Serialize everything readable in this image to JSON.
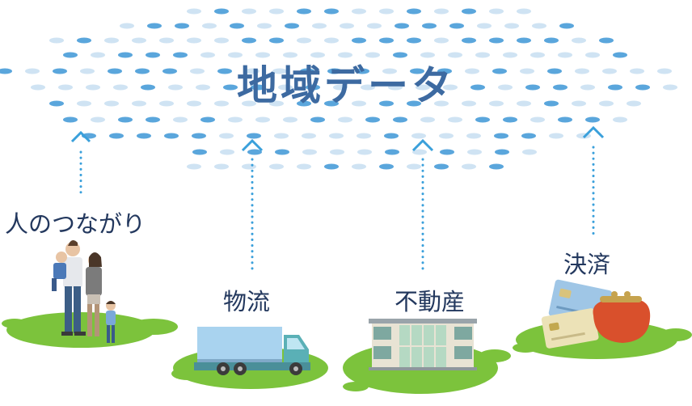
{
  "title": "地域データ",
  "categories": [
    {
      "id": "connections",
      "label": "人のつながり",
      "icon": "family-icon"
    },
    {
      "id": "logistics",
      "label": "物流",
      "icon": "truck-icon"
    },
    {
      "id": "real_estate",
      "label": "不動産",
      "icon": "building-icon"
    },
    {
      "id": "payment",
      "label": "決済",
      "icon": "wallet-cards-icon"
    }
  ],
  "colors": {
    "title": "#3d6aa1",
    "label": "#23385e",
    "dot_light": "#cfe3f3",
    "dot_dark": "#5aa6dc",
    "arrow": "#3aa0db",
    "grass": "#7cc33c"
  }
}
